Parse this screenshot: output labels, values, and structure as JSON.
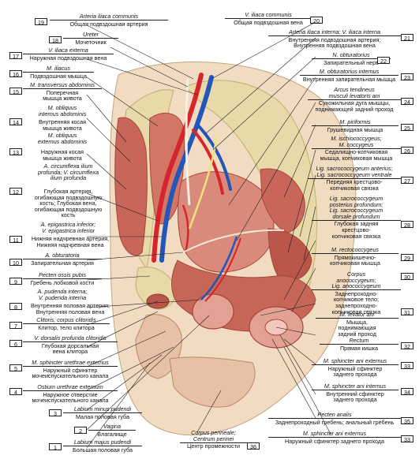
{
  "labels": {
    "l19": {
      "num": "19",
      "lat": "Arteria iliaca communis",
      "rus": "Общая подвздошная артерия"
    },
    "l18": {
      "num": "18",
      "lat": "Ureter",
      "rus": "Мочеточник"
    },
    "l17": {
      "num": "17",
      "lat": "V. iliaca externa",
      "rus": "Наружная подвздошная вена"
    },
    "l16": {
      "num": "16",
      "lat": "M. iliacus",
      "rus": "Подвздошная мышца"
    },
    "l15": {
      "num": "15",
      "lat": "M. transversus abdominis",
      "rus": "Поперечная\nмышца живота"
    },
    "l15b": {
      "lat": "M. obliquus\ninternus abdominis",
      "rus": ""
    },
    "l14": {
      "num": "14",
      "lat": "",
      "rus": "Внутренняя косая\nмышца живота"
    },
    "l14b": {
      "lat": "M. obliquus\nexternus abdominis",
      "rus": ""
    },
    "l13": {
      "num": "13",
      "lat": "",
      "rus": "Наружная косая\nмышца живота"
    },
    "l13b": {
      "lat": "A. circumflexa ilium\nprofunda; V. circumflexa\nilium profunda",
      "rus": ""
    },
    "l12": {
      "num": "12",
      "lat": "",
      "rus": "Глубокая артерия,\nогибающая подвздошную\nкость; Глубокая вена,\nогибающая подвздошную\nкость"
    },
    "l12b": {
      "lat": "A. epigastrica inferior;\nV. epigastrica inferior",
      "rus": ""
    },
    "l11": {
      "num": "11",
      "lat": "",
      "rus": "Нижняя надчревная артерия,\nНижняя надчревная вена"
    },
    "l10": {
      "num": "10",
      "lat": "A. obturatoria",
      "rus": "Запирательная артерия"
    },
    "l9": {
      "num": "9",
      "lat": "Pecten ossis pubis",
      "rus": "Гребень лобковой кости"
    },
    "l9b": {
      "lat": "A. pudenda interna;\nV. pudenda interna",
      "rus": ""
    },
    "l8": {
      "num": "8",
      "lat": "",
      "rus": "Внутренняя половая артерия;\nВнутренняя половая вена"
    },
    "l7": {
      "num": "7",
      "lat": "Clitoris, corpus clitoridis",
      "rus": "Клитор, тело клитора"
    },
    "l6": {
      "num": "6",
      "lat": "V. dorsalis profunda clitoridis",
      "rus": "Глубокая дорсальная\nвена клитора"
    },
    "l5": {
      "num": "5",
      "lat": "M. sphincter urethrae externus",
      "rus": "Наружный сфинктер\nмочеиспускательного канала"
    },
    "l4": {
      "num": "4",
      "lat": "Ostium urethrae externum",
      "rus": "Наружное отверстие\nмочеиспускательного канала"
    },
    "l3": {
      "num": "3",
      "lat": "Labium minus pudendi",
      "rus": "Малая половая губа"
    },
    "l2": {
      "num": "2",
      "lat": "Vagina",
      "rus": "Влагалище"
    },
    "l1": {
      "num": "1",
      "lat": "Labium majus pudendi",
      "rus": "Большая половая губа"
    },
    "l20": {
      "num": "20",
      "lat": "V. iliaca communis",
      "rus": "Общая подвздошная вена"
    },
    "l21": {
      "num": "21",
      "lat": "Arteria iliaca interna; V. iliaca interna",
      "rus": "Внутренняя подвздошная артерия;\nВнутренняя подвздошная вена"
    },
    "l22": {
      "num": "22",
      "lat": "N. obturatorius",
      "rus": "Запирательный нерв"
    },
    "l23": {
      "num": "23",
      "lat": "M. obturatorius internus",
      "rus": "Внутренняя запирательная мышца"
    },
    "l24": {
      "num": "24",
      "lat": "Arcus tendineus\nmusculi levatoris ani",
      "rus": "Сухожильная дуга мышцы,\nподнимающей задний проход"
    },
    "l25": {
      "num": "25",
      "lat": "M. piriformis",
      "rus": "Грушевидная мышца"
    },
    "l26": {
      "num": "26",
      "lat": "M. ischiococcygeus;\nM. coccygeus",
      "rus": "Седалищно-копчиковая\nмышца, копчиковая мышца"
    },
    "l27": {
      "num": "27",
      "lat": "Lig. sacrococcygeum anterius;\nLig. sacrococcygeum ventrale",
      "rus": "Передняя крестцово-\nкопчиковая связка"
    },
    "l28": {
      "num": "28",
      "lat": "Lig. sacrococcygeum\nposterius profundum;\nLig. sacrococcygeum\ndorsale profundum",
      "rus": "Глубокая задняя\nкрестцово-\nкопчиковая связка"
    },
    "l29": {
      "num": "29",
      "lat": "M. rectococcygeus",
      "rus": "Прямокишечно-\nкопчиковая мышца"
    },
    "l30": {
      "num": "30",
      "lat": "Corpus\nanococcygeum;\nLig. anococcygeum",
      "rus": "Заднепроходно-\nкопчиковое тело;\nзаднепроходно-\nкопчиковая связка"
    },
    "l31": {
      "num": "31",
      "lat": "M. levator ani",
      "rus": "Мышца,\nподнимающая\nзадний проход"
    },
    "l32": {
      "num": "32",
      "lat": "Rectum",
      "rus": "Прямая кишка"
    },
    "l33": {
      "num": "33",
      "lat": "M. sphincter ani externus",
      "rus": "Наружный сфинктер\nзаднего прохода"
    },
    "l34": {
      "num": "34",
      "lat": "M. sphincter ani internus",
      "rus": "Внутренний сфинктер\nзаднего прохода"
    },
    "l35": {
      "num": "35",
      "lat": "Pecten analis",
      "rus": "Заднепроходный гребень; анальный гребень"
    },
    "l33b": {
      "num": "33",
      "lat": "M. sphincter ani externus",
      "rus": "Наружный сфинктер заднего прохода"
    },
    "l36": {
      "num": "36",
      "lat": "Corpus perineale;\nCentrum perinei",
      "rus": "Центр промежности"
    }
  },
  "colors": {
    "muscle": "#c8665a",
    "muscle_dark": "#a8453d",
    "muscle_light": "#e3a193",
    "artery": "#d6262b",
    "vein": "#2456b8",
    "bone": "#e7d9a8",
    "bone_dark": "#c9b57a",
    "nerve": "#f2e37b",
    "fat": "#f1dcc2",
    "skin": "#e7c0a6",
    "line": "#222222"
  }
}
